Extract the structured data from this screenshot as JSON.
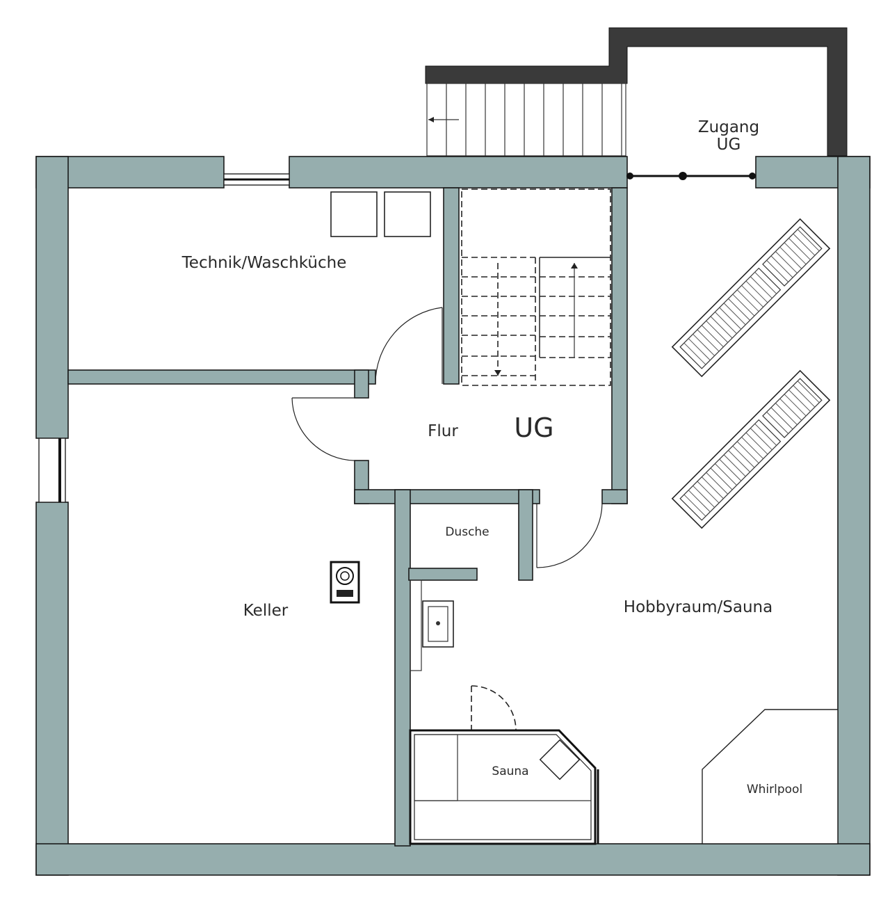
{
  "plan": {
    "level_label": "UG",
    "colors": {
      "wall": "#96aeae",
      "exterior_wall": "#3a3a3a",
      "background": "#ffffff"
    },
    "rooms": {
      "technik": "Technik/Waschküche",
      "keller": "Keller",
      "flur": "Flur",
      "dusche": "Dusche",
      "hobby": "Hobbyraum/Sauna",
      "sauna": "Sauna",
      "whirlpool": "Whirlpool",
      "zugang_line1": "Zugang",
      "zugang_line2": "UG"
    },
    "icons": [
      "washer-icon",
      "dryer-icon",
      "boiler-icon",
      "sink-icon",
      "sun-lounger-icon",
      "staircase-icon",
      "sauna-heater-icon"
    ]
  }
}
